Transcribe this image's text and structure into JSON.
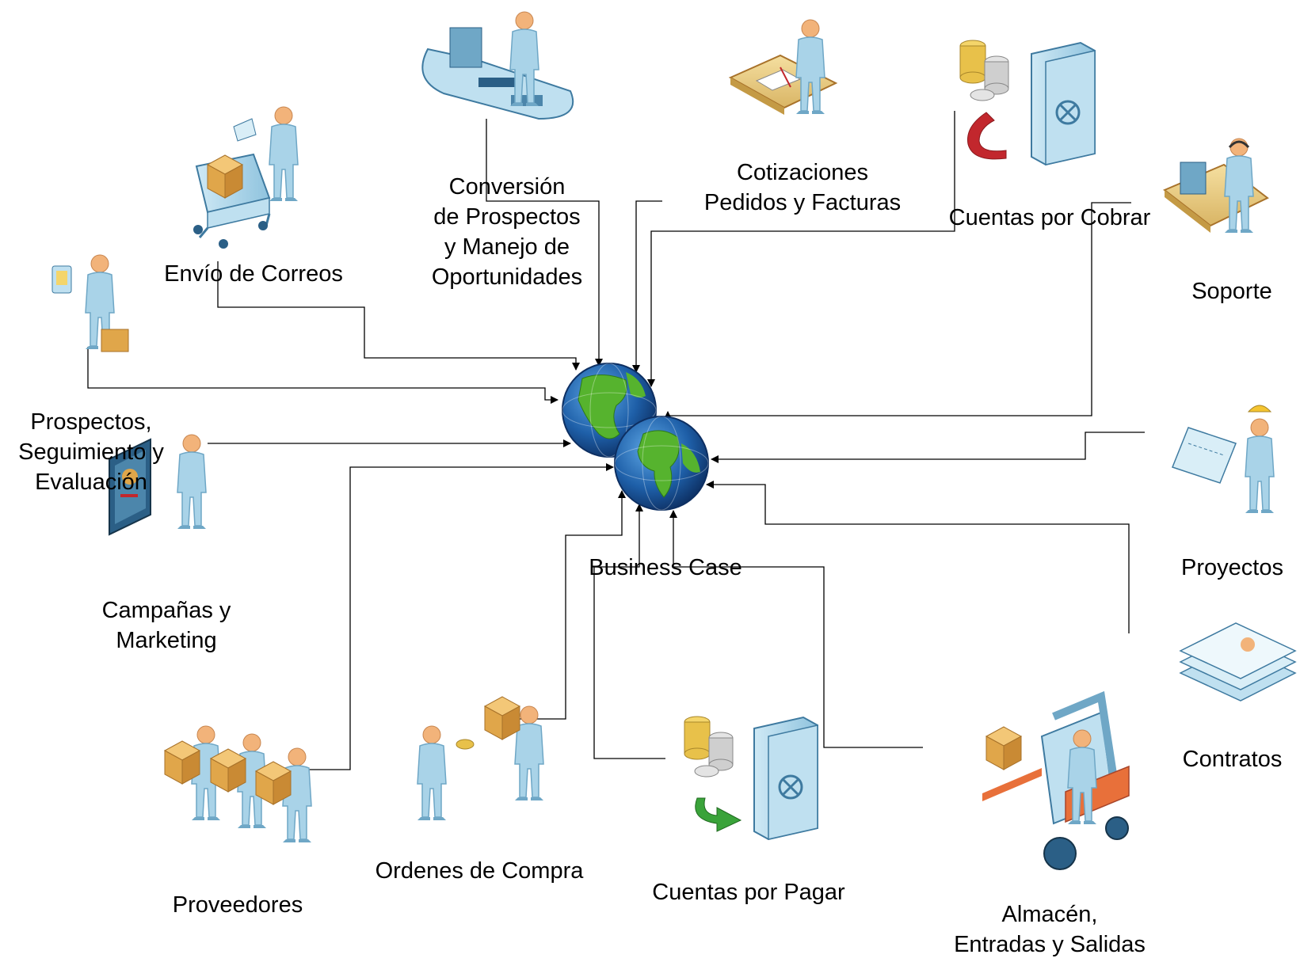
{
  "diagram": {
    "hub": "Business Case",
    "nodes": {
      "envio": {
        "label": "Envío de Correos",
        "icon": "mail-cart-person-icon"
      },
      "conversion": {
        "label": "Conversión\nde Prospectos\ny Manejo de\nOportunidades",
        "icon": "desk-workstation-person-icon"
      },
      "cotizaciones": {
        "label": "Cotizaciones\nPedidos y Facturas",
        "icon": "writing-desk-person-icon"
      },
      "cobrar": {
        "label": "Cuentas por Cobrar",
        "icon": "coins-safe-incoming-icon"
      },
      "soporte": {
        "label": "Soporte",
        "icon": "headset-support-person-icon"
      },
      "prospectos": {
        "label": "Prospectos,\nSeguimiento y\nEvaluación",
        "icon": "person-briefcase-pda-icon"
      },
      "campanas": {
        "label": "Campañas y\nMarketing",
        "icon": "presentation-board-person-icon"
      },
      "proyectos": {
        "label": "Proyectos",
        "icon": "engineer-blueprint-icon"
      },
      "contratos": {
        "label": "Contratos",
        "icon": "contract-documents-icon"
      },
      "proveedores": {
        "label": "Proveedores",
        "icon": "suppliers-with-boxes-icon"
      },
      "ordenes": {
        "label": "Ordenes de Compra",
        "icon": "purchase-exchange-icon"
      },
      "pagar": {
        "label": "Cuentas por Pagar",
        "icon": "coins-safe-outgoing-icon"
      },
      "almacen": {
        "label": "Almacén,\nEntradas y Salidas",
        "icon": "forklift-warehouse-icon"
      }
    },
    "colors": {
      "figure": "#a9d3e8",
      "figure_shade": "#6fa7c6",
      "head": "#f2b37a",
      "connector": "#000000",
      "globe_ocean": "#1e5fa8",
      "globe_land": "#56b32e",
      "cobrar_arrow": "#c2272d",
      "pagar_arrow": "#3aa33a",
      "coin": "#e8c14a",
      "box": "#e0a64a"
    }
  }
}
